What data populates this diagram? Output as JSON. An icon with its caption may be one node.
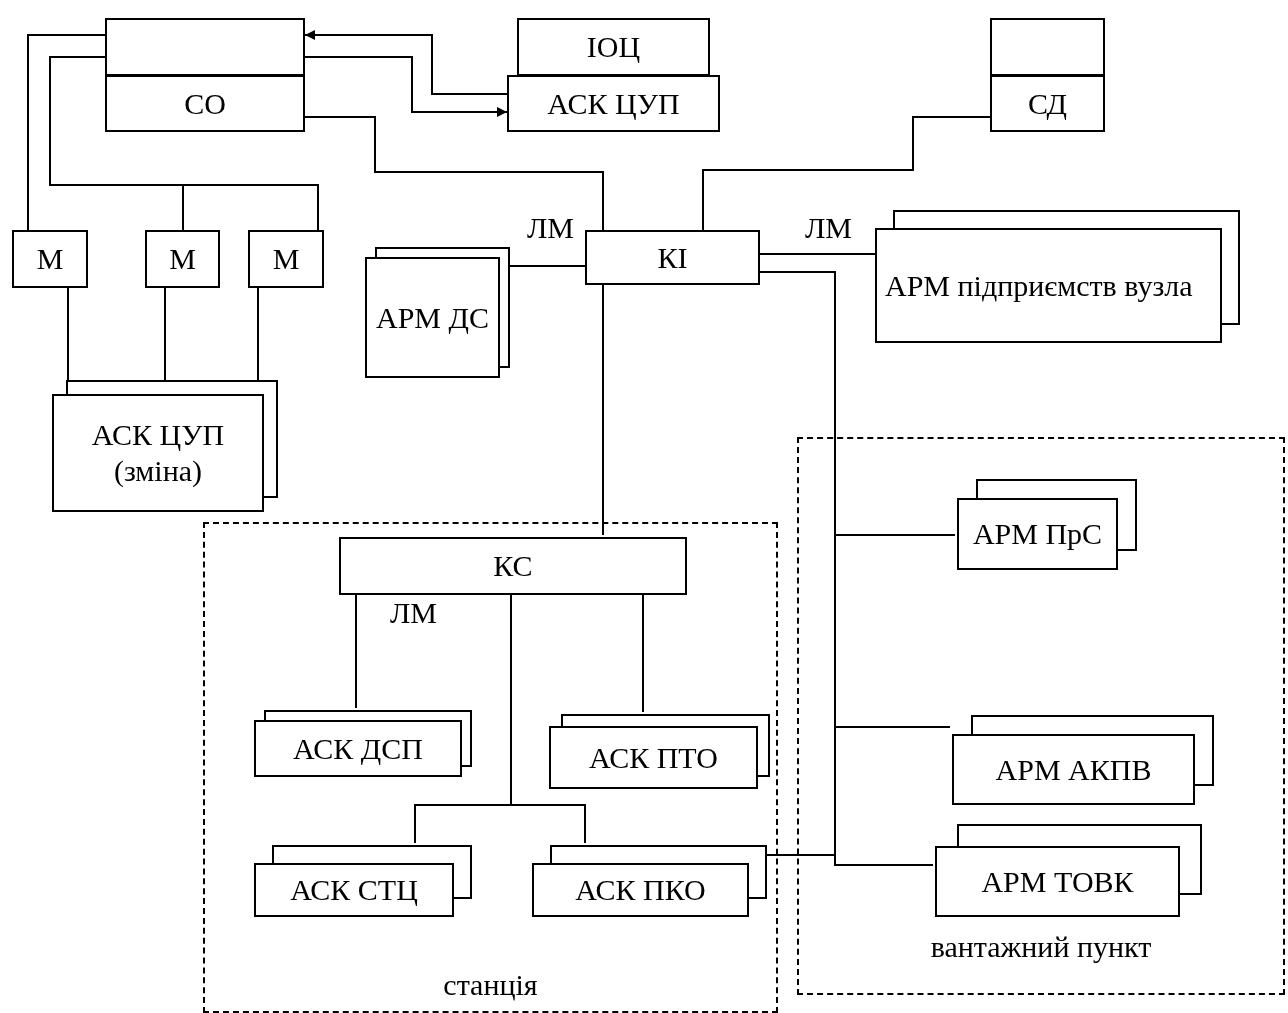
{
  "diagram": {
    "nodes": [
      {
        "text": [],
        "shape": "box"
      },
      {
        "text": [
          "СО"
        ]
      },
      {
        "text": [
          "ІОЦ"
        ]
      },
      {
        "text": [
          "АСК ЦУП"
        ]
      },
      {
        "text": [],
        "shape": "box"
      },
      {
        "text": [
          "СД"
        ]
      },
      {
        "text": [
          "М"
        ]
      },
      {
        "text": [
          "М"
        ]
      },
      {
        "text": [
          "М"
        ]
      },
      {
        "text": [
          "АРМ ДС"
        ]
      },
      {
        "text": [
          "КІ"
        ]
      },
      {
        "text": [
          "АРМ підприємств вузла"
        ]
      },
      {
        "text": [
          "АСК ЦУП (зміна)"
        ]
      },
      {
        "text": [
          "станція"
        ]
      },
      {
        "text": [
          "КС"
        ],
        "in": 13
      },
      {
        "text": [
          "АСК ДСП"
        ],
        "in": 13
      },
      {
        "text": [
          "АСК ПТО"
        ],
        "in": 13
      },
      {
        "text": [
          "АСК СТЦ"
        ],
        "in": 13
      },
      {
        "text": [
          "АСК ПКО"
        ],
        "in": 13
      },
      {
        "text": [
          "вантажний пункт"
        ]
      },
      {
        "text": [
          "АРМ ПрС"
        ],
        "in": 19
      },
      {
        "text": [
          "АРМ АКПВ"
        ],
        "in": 19
      },
      {
        "text": [
          "АРМ ТОВК"
        ],
        "in": 19
      }
    ],
    "edges": [
      {
        "from": 3,
        "to": 0,
        "arrow": "to"
      },
      {
        "from": 0,
        "to": 3,
        "arrow": "to"
      },
      {
        "from": 0,
        "to": 6,
        "arrow": "none"
      },
      {
        "from": 0,
        "to": 7,
        "arrow": "none"
      },
      {
        "from": 0,
        "to": 8,
        "arrow": "none"
      },
      {
        "from": 1,
        "to": 10,
        "arrow": "none"
      },
      {
        "from": 5,
        "to": 10,
        "arrow": "none"
      },
      {
        "from": 9,
        "to": 10,
        "arrow": "none",
        "label": "ЛМ"
      },
      {
        "from": 10,
        "to": 11,
        "arrow": "none",
        "label": "ЛМ"
      },
      {
        "from": 10,
        "to": 14,
        "arrow": "none"
      },
      {
        "from": 6,
        "to": 12,
        "arrow": "none"
      },
      {
        "from": 7,
        "to": 12,
        "arrow": "none"
      },
      {
        "from": 8,
        "to": 12,
        "arrow": "none"
      },
      {
        "from": 14,
        "to": 15,
        "arrow": "none"
      },
      {
        "from": 14,
        "to": 16,
        "arrow": "none"
      },
      {
        "from": 14,
        "to": 17,
        "arrow": "none"
      },
      {
        "from": 14,
        "to": 18,
        "arrow": "none"
      },
      {
        "from": 10,
        "to": 20,
        "arrow": "none"
      },
      {
        "from": 10,
        "to": 21,
        "arrow": "none"
      },
      {
        "from": 10,
        "to": 22,
        "arrow": "none"
      },
      {
        "from": 18,
        "to": 22,
        "arrow": "none"
      }
    ],
    "labels": [
      "ЛМ"
    ]
  }
}
